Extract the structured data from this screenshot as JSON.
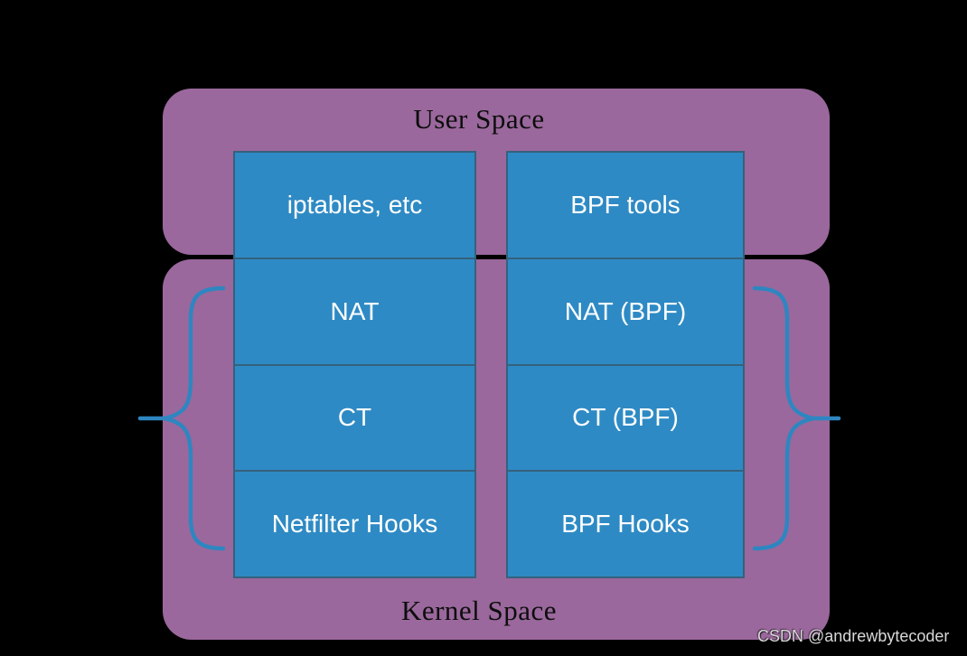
{
  "titles": {
    "user_space": "User Space",
    "kernel_space": "Kernel Space"
  },
  "columns": {
    "netfilter": {
      "cells": [
        "iptables, etc",
        "NAT",
        "CT",
        "Netfilter Hooks"
      ]
    },
    "bpf": {
      "cells": [
        "BPF tools",
        "NAT (BPF)",
        "CT (BPF)",
        "BPF Hooks"
      ]
    }
  },
  "watermark": "CSDN @andrewbytecoder",
  "icons": {
    "left_brace": "curly-brace-left-icon",
    "right_brace": "curly-brace-right-icon"
  },
  "colors": {
    "background": "#000000",
    "region_purple": "#9A689C",
    "box_blue": "#2E8AC4",
    "box_border": "#35617D",
    "brace_blue": "#2E86C1",
    "title_text": "#0D0D0D",
    "box_text": "#FFFFFF",
    "watermark_text": "#D9D9D9"
  }
}
